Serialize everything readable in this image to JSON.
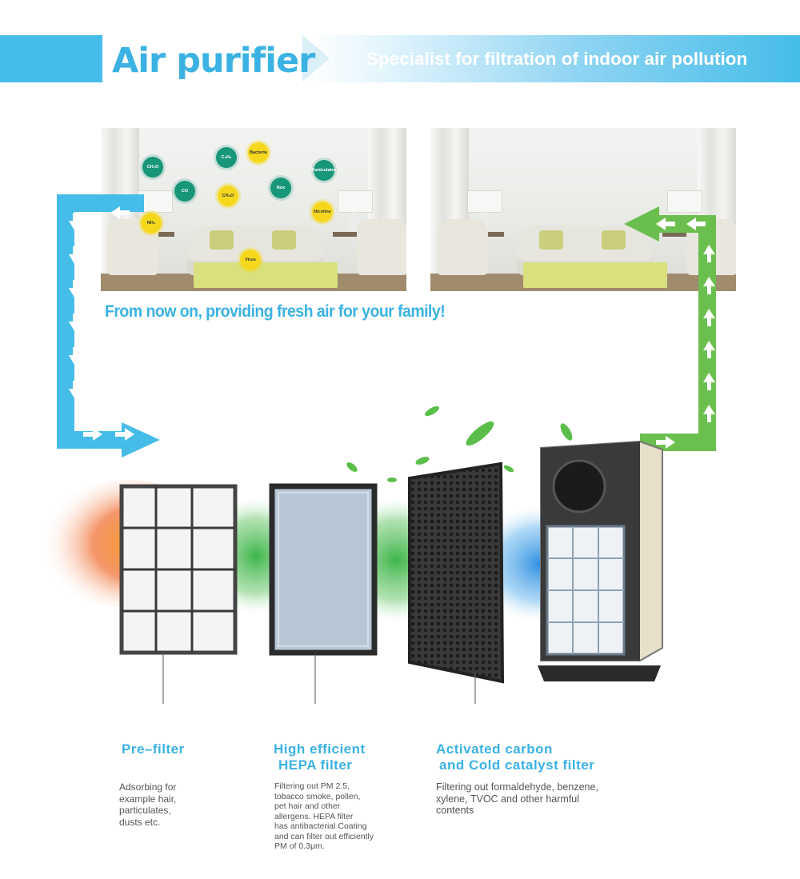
{
  "header": {
    "title": "Air purifier",
    "subtitle": "Specialist for filtration of indoor air pollution"
  },
  "tagline": "From now on, providing fresh air for your family!",
  "pollutants": [
    "CH₂O",
    "C₆H₆",
    "Bacteria",
    "Particulates",
    "CO",
    "CH₂O",
    "Nox",
    "NH₃",
    "Nicotine",
    "Virus"
  ],
  "filters": [
    {
      "name": "Pre–filter",
      "description": [
        "Adsorbing for",
        "example hair,",
        "particulates,",
        "dusts etc."
      ]
    },
    {
      "name_line1": "High efficient",
      "name_line2": "HEPA filter",
      "description": [
        "Filtering out PM 2.5,",
        "tobacco smoke, pollen,",
        "pet hair and other",
        "allergens. HEPA filter",
        "has antibacterial Coating",
        "and can filter out efficiently",
        "PM of 0.3μm."
      ]
    },
    {
      "name_line1": "Activated carbon",
      "name_line2": "and Cold catalyst filter",
      "description": [
        "Filtering out formaldehyde, benzene,",
        "xylene, TVOC and other harmful",
        "contents"
      ]
    }
  ],
  "colors": {
    "brand_blue": "#3bb2e3",
    "arrow_blue": "#45bde8",
    "arrow_green": "#6bbf4e",
    "pollutant_green": "#18967a",
    "pollutant_yellow": "#f5d81e"
  }
}
